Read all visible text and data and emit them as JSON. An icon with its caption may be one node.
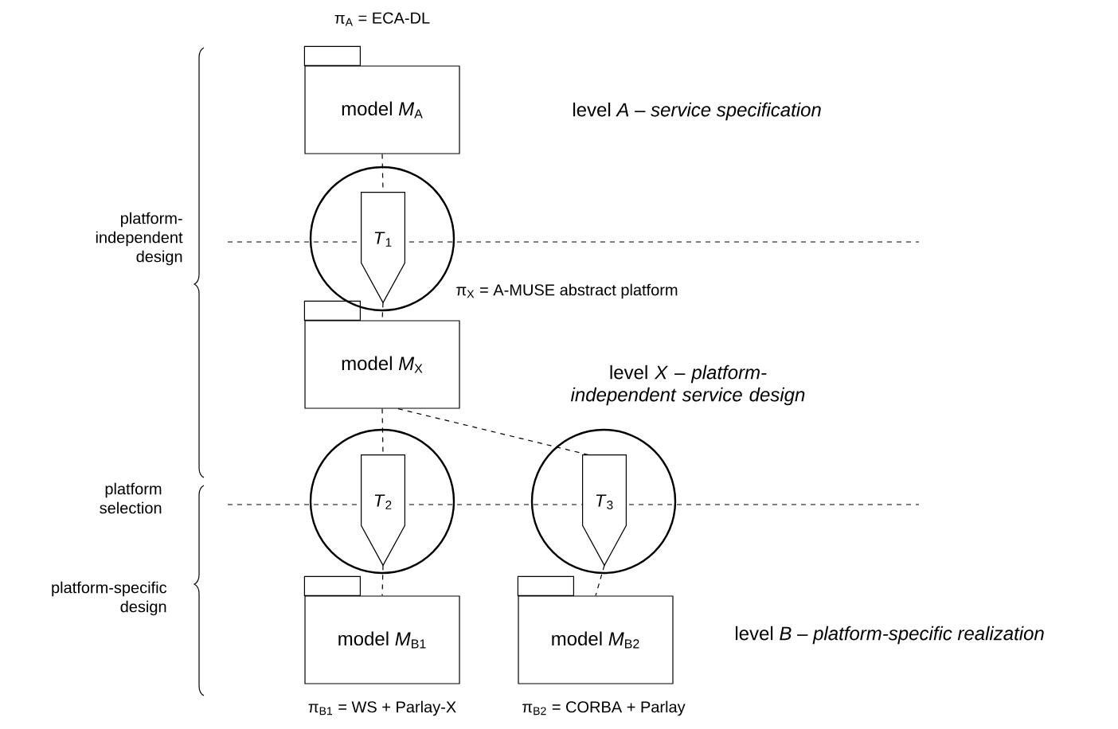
{
  "diagram": {
    "nodes": [
      {
        "text": [
          "model *M*$_{A}$"
        ],
        "beside": [
          "π$_{A}$ = ECA-DL"
        ]
      },
      {
        "text": [],
        "shape": "circle"
      },
      {
        "text": [
          "*T*$_{1}$"
        ],
        "in": 1
      },
      {
        "text": [
          "model *M*$_{X}$"
        ],
        "beside": [
          "π$_{X}$ = A-MUSE abstract platform"
        ]
      },
      {
        "text": [],
        "shape": "circle"
      },
      {
        "text": [
          "*T*$_{2}$"
        ],
        "in": 4
      },
      {
        "text": [],
        "shape": "circle"
      },
      {
        "text": [
          "*T*$_{3}$"
        ],
        "in": 6
      },
      {
        "text": [
          "model *M*$_{B1}$"
        ],
        "beside": [
          "π$_{B1}$ = WS + Parlay-X"
        ]
      },
      {
        "text": [
          "model *M*$_{B2}$"
        ],
        "beside": [
          "π$_{B2}$ = CORBA + Parlay"
        ]
      }
    ],
    "edges": [
      {
        "from": 0,
        "to": 2,
        "arrow": "none",
        "style": "dashed"
      },
      {
        "from": 2,
        "to": 3,
        "arrow": "none",
        "style": "dashed"
      },
      {
        "from": 3,
        "to": 5,
        "arrow": "none",
        "style": "dashed"
      },
      {
        "from": 3,
        "to": 7,
        "arrow": "none",
        "style": "dashed"
      },
      {
        "from": 5,
        "to": 8,
        "arrow": "none",
        "style": "dashed"
      },
      {
        "from": 7,
        "to": 9,
        "arrow": "none",
        "style": "dashed"
      }
    ],
    "labels": [
      "level *A* – *service specification*",
      "platform-independent design",
      "level *X* – *platform-independent service design*",
      "platform selection",
      "platform-specific design",
      "level *B* – *platform-specific realization*"
    ]
  }
}
